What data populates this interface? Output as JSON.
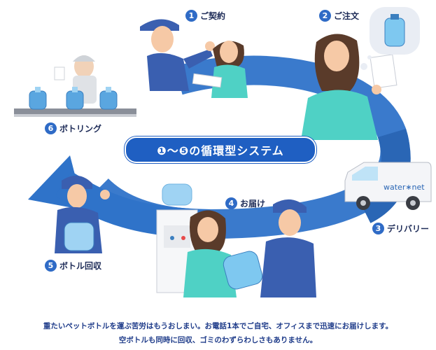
{
  "title": "❶〜❺の循環型システム",
  "steps": [
    {
      "num": "1",
      "label": "ご契約"
    },
    {
      "num": "2",
      "label": "ご注文"
    },
    {
      "num": "3",
      "label": "デリバリー"
    },
    {
      "num": "4",
      "label": "お届け"
    },
    {
      "num": "5",
      "label": "ボトル回収"
    },
    {
      "num": "6",
      "label": "ボトリング"
    }
  ],
  "van_brand": "water∗net",
  "captions": [
    "重たいペットボトルを運ぶ苦労はもうおしまい。お電話1本でご自宅、オフィスまで迅速にお届けします。",
    "空ボトルも同時に回収、ゴミのわずらわしさもありません。"
  ],
  "colors": {
    "arrow": "#2f73c9",
    "banner": "#1f5fc2",
    "navy_uniform": "#3a5fb0",
    "teal_shirt": "#4fd1c5",
    "skin": "#f6c9a6",
    "hair": "#5a3b2a",
    "bottle": "#7ec8f0"
  },
  "icons": [
    "person-contract-icon",
    "order-woman-icon",
    "delivery-van-icon",
    "handover-icon",
    "bottle-collector-icon",
    "bottling-worker-icon",
    "water-server-icon"
  ]
}
